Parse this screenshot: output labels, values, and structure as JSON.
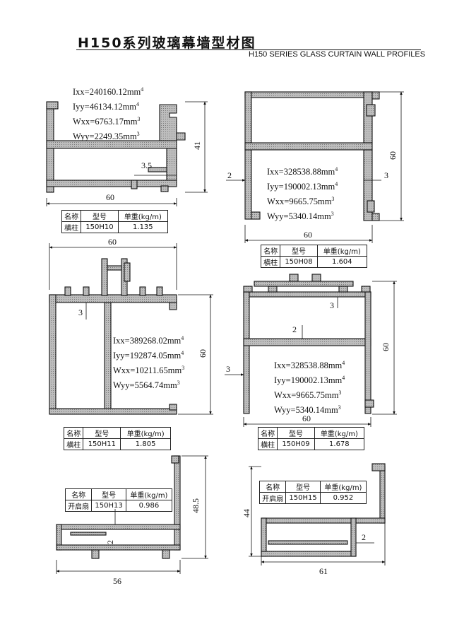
{
  "header": {
    "title_cn": "H150系列玻璃幕墙型材图",
    "title_en": "H150 SERIES  GLASS CURTAIN WALL PROFILES"
  },
  "table_headers": [
    "名称",
    "型号",
    "单重(kg/m)"
  ],
  "profiles": [
    {
      "name": "横柱",
      "model": "150H10",
      "weight": "1.135",
      "props": [
        "Ixx=240160.12mm",
        "Iyy=46134.12mm",
        "Wxx=6763.17mm",
        "Wyy=2249.35mm"
      ],
      "prop_exps": [
        "4",
        "4",
        "3",
        "3"
      ],
      "dims": [
        "60",
        "41",
        "3.5"
      ]
    },
    {
      "name": "横柱",
      "model": "150H08",
      "weight": "1.604",
      "props": [
        "Ixx=328538.88mm",
        "Iyy=190002.13mm",
        "Wxx=9665.75mm",
        "Wyy=5340.14mm"
      ],
      "prop_exps": [
        "4",
        "4",
        "3",
        "3"
      ],
      "dims": [
        "60",
        "60",
        "2",
        "3"
      ]
    },
    {
      "name": "横柱",
      "model": "150H11",
      "weight": "1.805",
      "props": [
        "Ixx=389268.02mm",
        "Iyy=192874.05mm",
        "Wxx=10211.65mm",
        "Wyy=5564.74mm"
      ],
      "prop_exps": [
        "4",
        "4",
        "3",
        "3"
      ],
      "dims": [
        "60",
        "60",
        "3"
      ]
    },
    {
      "name": "横柱",
      "model": "150H09",
      "weight": "1.678",
      "props": [
        "Ixx=328538.88mm",
        "Iyy=190002.13mm",
        "Wxx=9665.75mm",
        "Wyy=5340.14mm"
      ],
      "prop_exps": [
        "4",
        "4",
        "3",
        "3"
      ],
      "dims": [
        "60",
        "60",
        "3",
        "2",
        "3"
      ]
    },
    {
      "name": "开启扇",
      "model": "150H13",
      "weight": "0.986",
      "dims": [
        "56",
        "48.5",
        "2"
      ]
    },
    {
      "name": "开启扇",
      "model": "150H15",
      "weight": "0.952",
      "dims": [
        "61",
        "44",
        "2"
      ]
    }
  ]
}
